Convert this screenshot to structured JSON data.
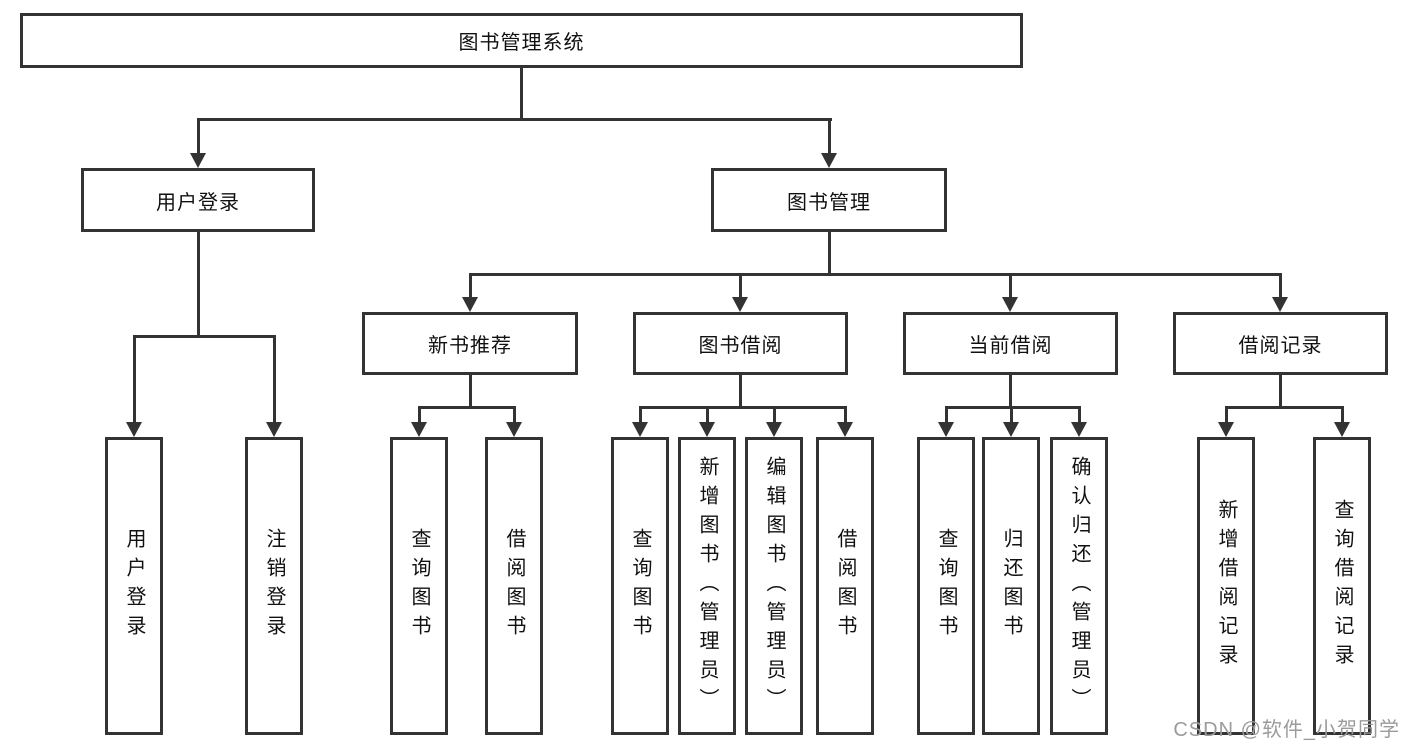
{
  "diagram": {
    "root": {
      "label": "图书管理系统"
    },
    "level2": [
      {
        "label": "用户登录"
      },
      {
        "label": "图书管理"
      }
    ],
    "level3": [
      {
        "label": "新书推荐"
      },
      {
        "label": "图书借阅"
      },
      {
        "label": "当前借阅"
      },
      {
        "label": "借阅记录"
      }
    ],
    "leaves": {
      "user_login": [
        "用户登录",
        "注销登录"
      ],
      "new_books": [
        "查询图书",
        "借阅图书"
      ],
      "book_borrow": [
        "查询图书",
        "新增图书（管理员）",
        "编辑图书（管理员）",
        "借阅图书"
      ],
      "current_borrow": [
        "查询图书",
        "归还图书",
        "确认归还（管理员）"
      ],
      "borrow_records": [
        "新增借阅记录",
        "查询借阅记录"
      ]
    }
  },
  "watermark": {
    "text": "CSDN @软件_小贺同学"
  },
  "colors": {
    "line": "#333333",
    "box_border": "#333333",
    "text": "#111111",
    "background": "#ffffff",
    "watermark": "#9b9b9b"
  }
}
